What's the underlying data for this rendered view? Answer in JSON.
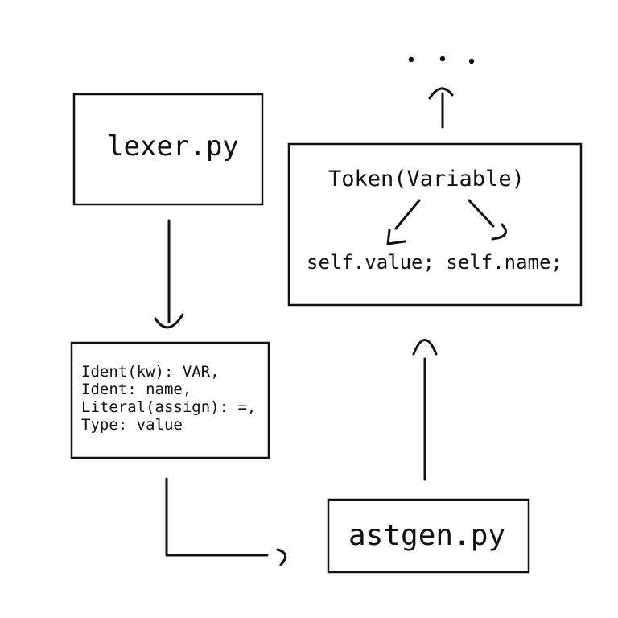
{
  "nodes": {
    "lexer": {
      "label": "lexer.py"
    },
    "tokens": {
      "lines": [
        "Ident(kw): VAR,",
        "Ident: name,",
        "Literal(assign): =,",
        "Type: value"
      ]
    },
    "astgen": {
      "label": "astgen.py"
    },
    "token_variable": {
      "title": "Token(Variable)",
      "fields": "self.value; self.name;"
    }
  },
  "continuation": {
    "label": "..."
  }
}
